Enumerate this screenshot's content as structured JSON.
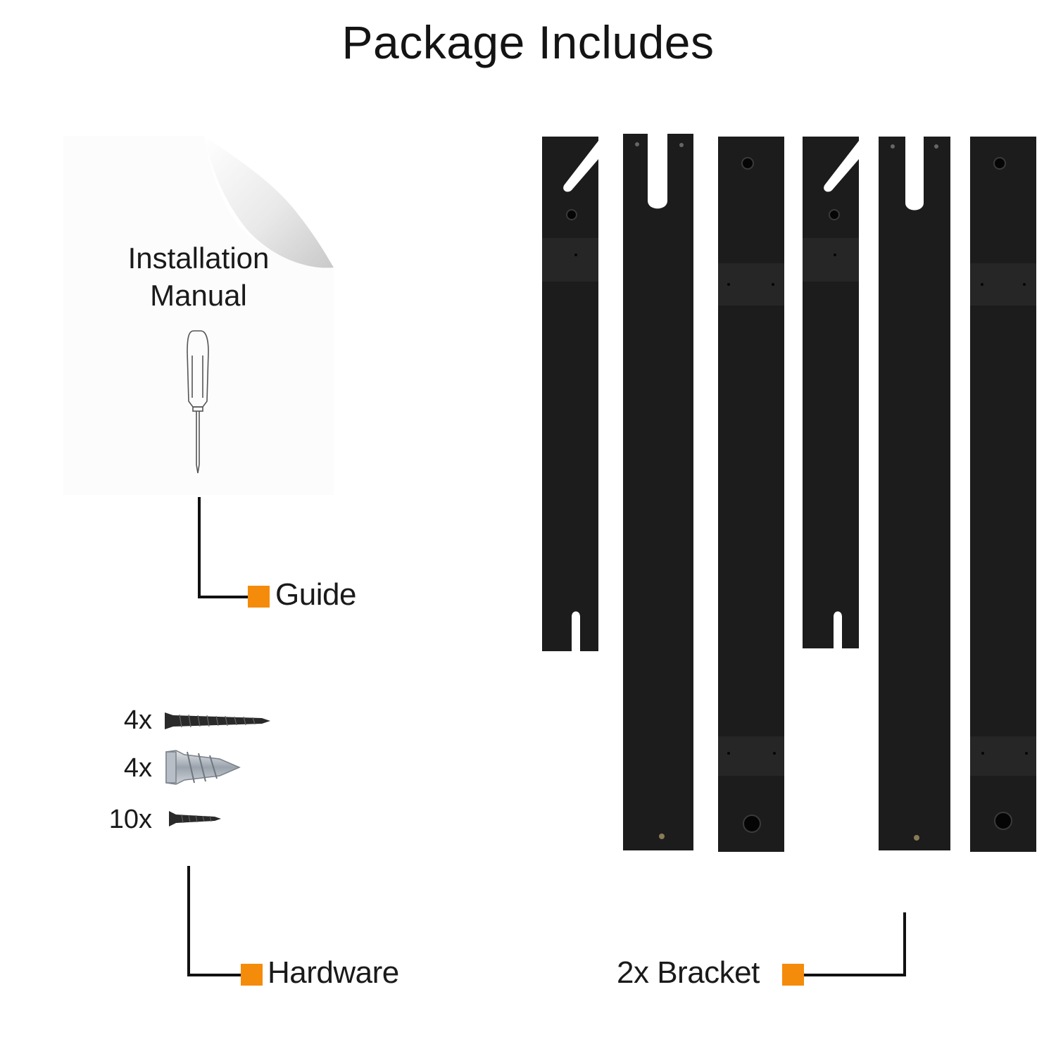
{
  "title": "Package Includes",
  "manual": {
    "title": "Installation\nManual",
    "icon": "screwdriver-icon"
  },
  "labels": {
    "guide": "Guide",
    "hardware": "Hardware",
    "bracket": "2x Bracket"
  },
  "hardware_items": [
    {
      "qty": "4x",
      "icon": "wood-screw-icon"
    },
    {
      "qty": "4x",
      "icon": "drywall-anchor-icon"
    },
    {
      "qty": "10x",
      "icon": "small-screw-icon"
    }
  ],
  "colors": {
    "accent": "#F58B0B",
    "wood": "#1c1c1c",
    "line": "#111111"
  }
}
